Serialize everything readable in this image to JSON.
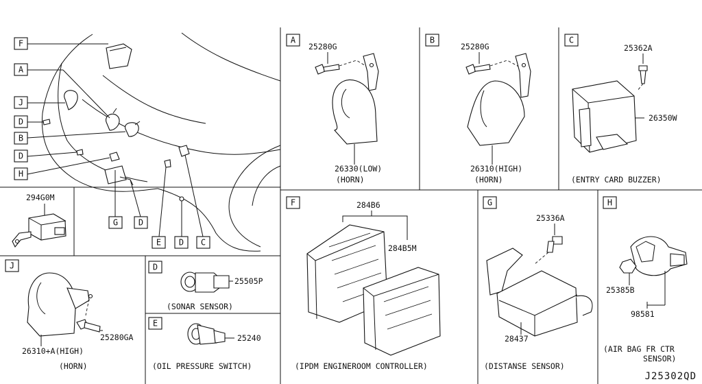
{
  "callouts": {
    "main": [
      "F",
      "A",
      "J",
      "D",
      "B",
      "D",
      "H",
      "G",
      "D",
      "E",
      "D",
      "C"
    ],
    "panels": [
      "A",
      "B",
      "C",
      "F",
      "G",
      "H",
      "J",
      "D",
      "E"
    ]
  },
  "parts": {
    "p294g0m": "294G0M",
    "a_bolt": "25280G",
    "a_horn": "26330(LOW)",
    "a_horn2": "(HORN)",
    "b_bolt": "25280G",
    "b_horn": "26310(HIGH)",
    "b_horn2": "(HORN)",
    "c_screw": "25362A",
    "c_unit": "26350W",
    "c_name": "(ENTRY CARD BUZZER)",
    "f_a": "284B6",
    "f_b": "284B5M",
    "f_name": "(IPDM ENGINEROOM CONTROLLER)",
    "g_bolt": "25336A",
    "g_unit": "28437",
    "g_name": "(DISTANSE SENSOR)",
    "h_nut": "25385B",
    "h_unit": "98581",
    "h_name1": "(AIR BAG FR CTR",
    "h_name2": "SENSOR)",
    "j_horn": "26310+A(HIGH)",
    "j_bolt": "25280GA",
    "j_name": "(HORN)",
    "d_part": "25505P",
    "d_name": "(SONAR SENSOR)",
    "e_part": "25240",
    "e_name": "(OIL PRESSURE SWITCH)"
  },
  "diagram_code": "J25302QD"
}
